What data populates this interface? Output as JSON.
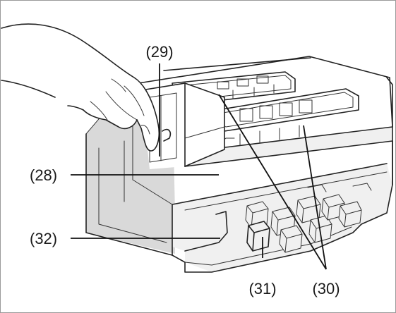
{
  "callouts": {
    "c28": "(28)",
    "c29": "(29)",
    "c30": "(30)",
    "c31": "(31)",
    "c32": "(32)"
  },
  "colors": {
    "frame": "#9a9a9a",
    "body_shade": "#d9d9d9",
    "glass": "#f0f0f0",
    "line": "#222222"
  }
}
